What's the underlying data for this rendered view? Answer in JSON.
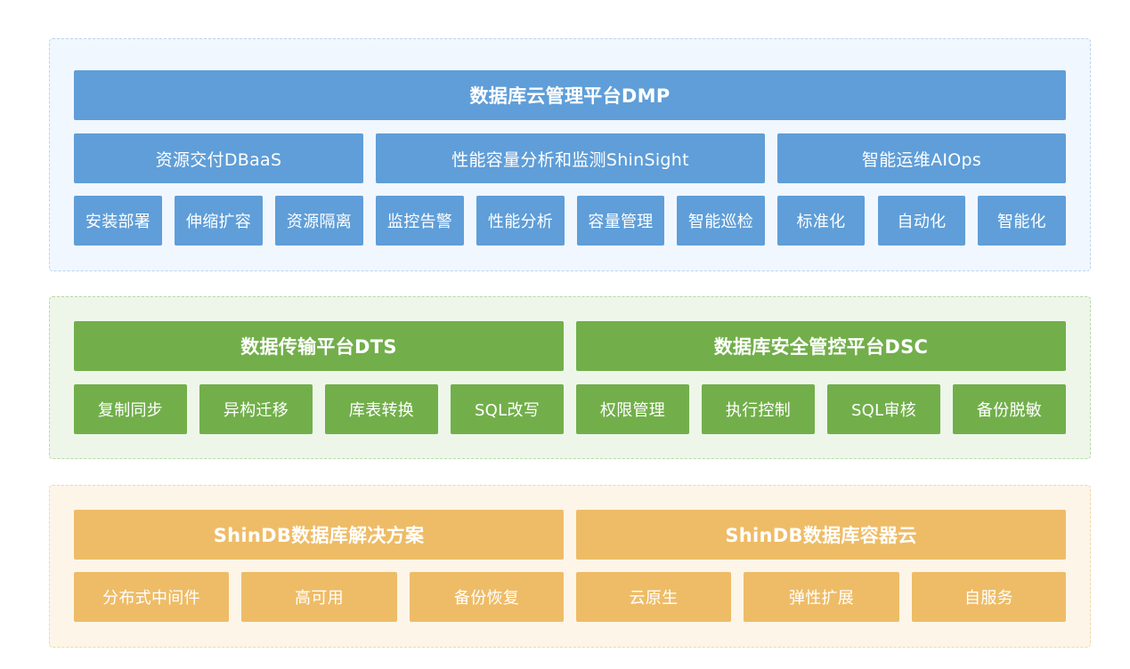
{
  "colors": {
    "blue": "#5f9ed8",
    "green": "#72af4b",
    "orange": "#eebc67",
    "blue_bg": "#f1f7fe",
    "green_bg": "#eef6ea",
    "orange_bg": "#fdf5e8"
  },
  "dmp": {
    "title": "数据库云管理平台DMP",
    "groups": [
      {
        "label": "资源交付DBaaS",
        "items": [
          "安装部署",
          "伸缩扩容",
          "资源隔离"
        ]
      },
      {
        "label": "性能容量分析和监测ShinSight",
        "items": [
          "监控告警",
          "性能分析",
          "容量管理",
          "智能巡检"
        ]
      },
      {
        "label": "智能运维AIOps",
        "items": [
          "标准化",
          "自动化",
          "智能化"
        ]
      }
    ]
  },
  "middle": {
    "dts": {
      "title": "数据传输平台DTS",
      "items": [
        "复制同步",
        "异构迁移",
        "库表转换",
        "SQL改写"
      ]
    },
    "dsc": {
      "title": "数据库安全管控平台DSC",
      "items": [
        "权限管理",
        "执行控制",
        "SQL审核",
        "备份脱敏"
      ]
    }
  },
  "bottom": {
    "solution": {
      "title": "ShinDB数据库解决方案",
      "items": [
        "分布式中间件",
        "高可用",
        "备份恢复"
      ]
    },
    "container": {
      "title": "ShinDB数据库容器云",
      "items": [
        "云原生",
        "弹性扩展",
        "自服务"
      ]
    }
  }
}
